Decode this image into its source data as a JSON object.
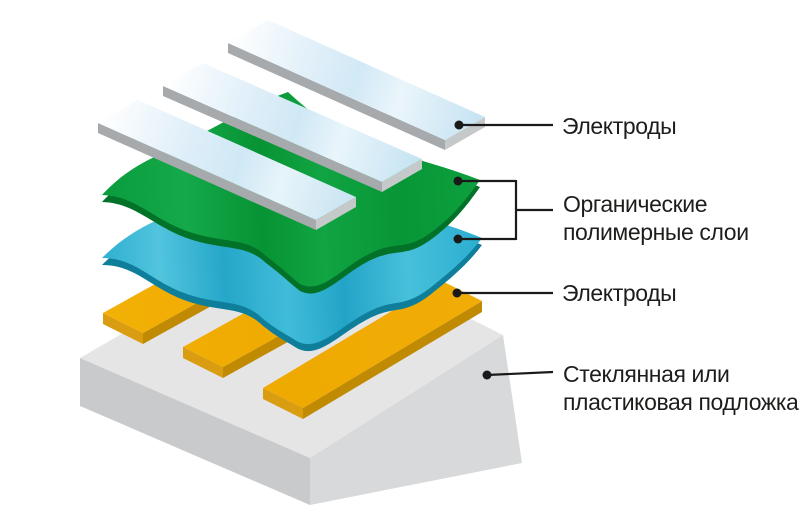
{
  "figure": {
    "type": "exploded-layer-diagram",
    "background": "#ffffff",
    "labels": [
      {
        "id": "top-electrodes",
        "text": "Электроды"
      },
      {
        "id": "organic-polymer-layers",
        "lines": [
          "Органические",
          "полимерные слои"
        ]
      },
      {
        "id": "bottom-electrodes",
        "text": "Электроды"
      },
      {
        "id": "substrate",
        "lines": [
          "Стеклянная или",
          "пластиковая подложка"
        ]
      }
    ],
    "colors": {
      "glass_electrode_top": "#D2E9F6",
      "glass_electrode_side": "#A7AAAC",
      "glass_electrode_end": "#C6C9CA",
      "organic_green": "#0A9C3C",
      "organic_green_edge": "#027229",
      "organic_blue": "#2FAFCF",
      "organic_blue_edge": "#0F7E9B",
      "gold_electrode_top": "#F1AD03",
      "gold_electrode_end": "#DA9C10",
      "gold_electrode_side": "#C08A02",
      "substrate_top": "#E5E5E6",
      "substrate_left_face": "#C9CACC",
      "substrate_right_face": "#D8D9DA",
      "leader_line": "#1A1A1A",
      "label_text": "#1D1D1B"
    }
  }
}
